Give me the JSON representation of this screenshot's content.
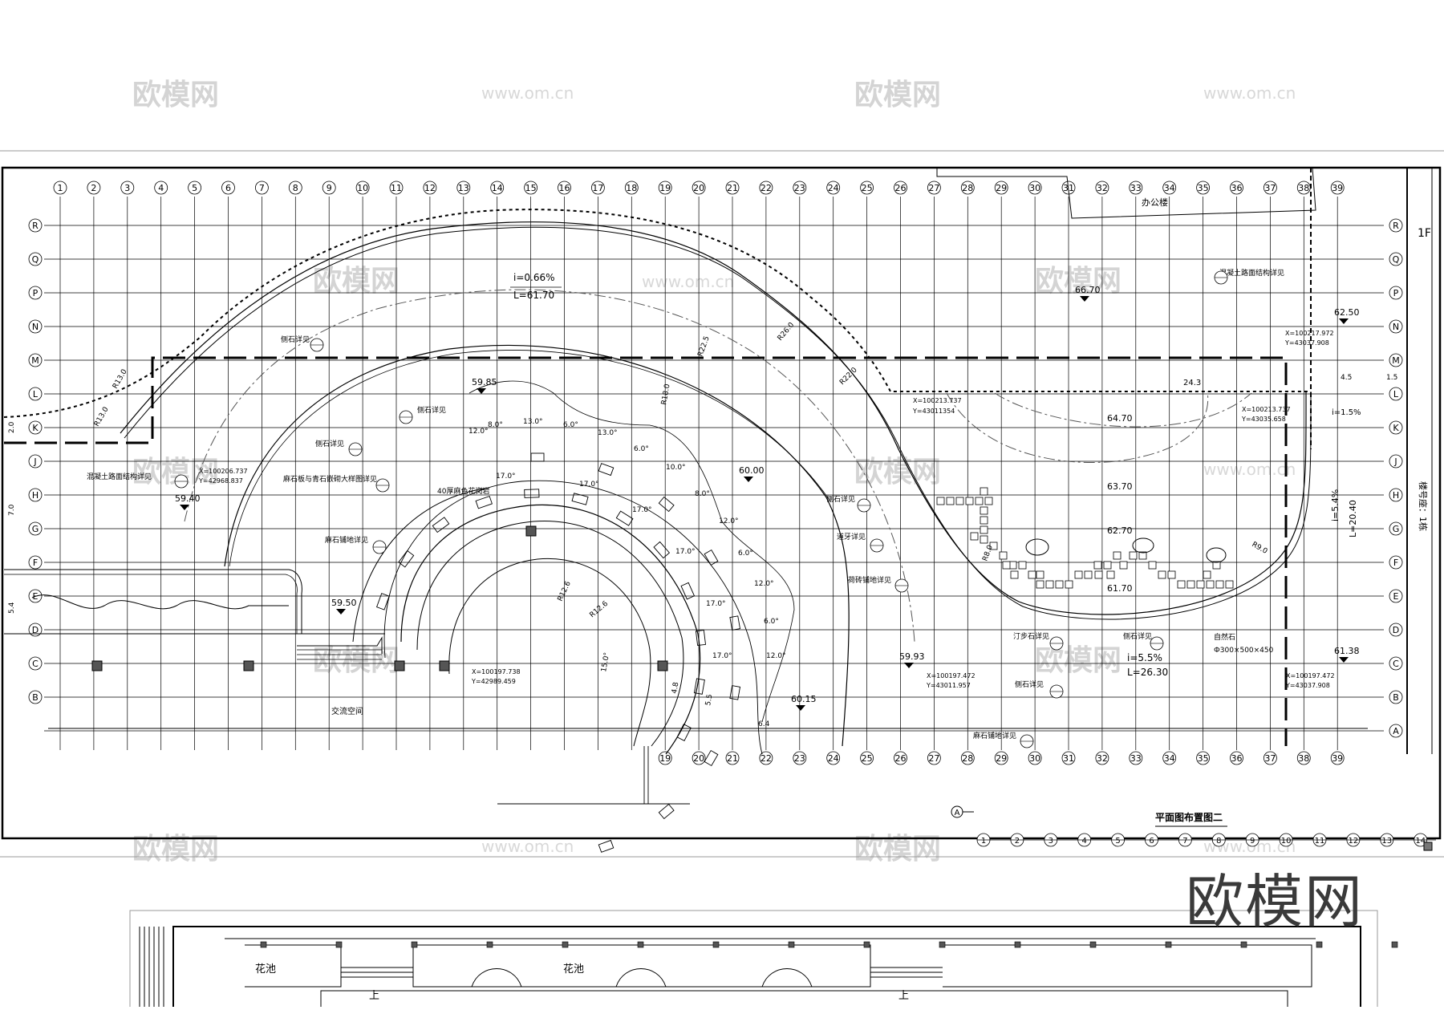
{
  "watermark": {
    "text": "欧模网",
    "url": "www.om.cn"
  },
  "logo": "欧模网",
  "grid": {
    "columns": [
      "1",
      "2",
      "3",
      "4",
      "5",
      "6",
      "7",
      "8",
      "9",
      "10",
      "11",
      "12",
      "13",
      "14",
      "15",
      "16",
      "17",
      "18",
      "19",
      "20",
      "21",
      "22",
      "23",
      "24",
      "25",
      "26",
      "27",
      "28",
      "29",
      "30",
      "31",
      "32",
      "33",
      "34",
      "35",
      "36",
      "37",
      "38",
      "39"
    ],
    "bottom_columns": [
      "19",
      "20",
      "21",
      "22",
      "23",
      "24",
      "25",
      "26",
      "27",
      "28",
      "29",
      "30",
      "31",
      "32",
      "33",
      "34",
      "35",
      "36",
      "37",
      "38",
      "39"
    ],
    "rows": [
      "R",
      "Q",
      "P",
      "N",
      "M",
      "L",
      "K",
      "J",
      "H",
      "G",
      "F",
      "E",
      "D",
      "C",
      "B"
    ],
    "right_rows": [
      "R",
      "Q",
      "P",
      "N",
      "M",
      "L",
      "K",
      "J",
      "H",
      "G",
      "F",
      "E",
      "D",
      "C",
      "B",
      "A"
    ]
  },
  "drawing": {
    "title": "平面图布置图二",
    "building_label": "办公楼",
    "floor_label": "1F",
    "side_label": "楼号座：1栋",
    "exchange_space": "交流空间",
    "flower_pool": "花池",
    "stairs_up": "上",
    "index_a": "A",
    "bottom_index": [
      "1",
      "2",
      "3",
      "4",
      "5",
      "6",
      "7",
      "8",
      "9",
      "10",
      "11",
      "12",
      "13",
      "14"
    ]
  },
  "elevations": [
    "66.70",
    "62.50",
    "59.85",
    "60.00",
    "59.40",
    "59.50",
    "59.93",
    "60.15",
    "61.38",
    "64.70",
    "63.70",
    "62.70",
    "61.70"
  ],
  "slopes": [
    {
      "i": "i=0.66%",
      "L": "L=61.70"
    },
    {
      "i": "i=5.5%",
      "L": "L=26.30"
    },
    {
      "i": "i=1.5%"
    },
    {
      "i": "i=5.4%",
      "L": "L=20.40"
    }
  ],
  "callouts": {
    "c1": "混凝土路面结构详见",
    "c2": "侧石详见",
    "c3": "侧石详见",
    "c4": "混凝土路面结构详见",
    "c5": "侧石详见",
    "c6": "麻石板与青石嵌砌大样图详见",
    "c7": "麻石铺地详见",
    "c8": "40厚麻色花岗岩",
    "c9": "侧石详见",
    "c10": "道牙详见",
    "c11": "荷砖铺地详见",
    "c12": "汀步石详见",
    "c13": "侧石详见",
    "c14": "自然石",
    "c14b": "Ф300×500×450",
    "c15": "侧石详见",
    "c16": "麻石铺地详见"
  },
  "coordinates": [
    {
      "x": "X=100213.737",
      "y": "Y=43011354"
    },
    {
      "x": "X=100217.972",
      "y": "Y=43037.908"
    },
    {
      "x": "X=100213.737",
      "y": "Y=43035.658"
    },
    {
      "x": "X=100206.737",
      "y": "Y=42968.837"
    },
    {
      "x": "X=100197.738",
      "y": "Y=42989.459"
    },
    {
      "x": "X=100197.472",
      "y": "Y=43011.957"
    },
    {
      "x": "X=100197.472",
      "y": "Y=43037.908"
    }
  ],
  "dimensions": {
    "d1": "24.3",
    "d2": "4.5",
    "d3": "1.5",
    "d4": "2.0",
    "d5": "7.0",
    "d6": "5.4",
    "r1": "R13.0",
    "r2": "R13.0",
    "r3": "R22.5",
    "r4": "R26.0",
    "r5": "R18.0",
    "r6": "R22.0",
    "r7": "R12.6",
    "r8": "R12.6",
    "r9": "R9.0",
    "r10": "R8.0",
    "a1": "13.0°",
    "a2": "13.0°",
    "a3": "12.0°",
    "a4": "8.0°",
    "a5": "6.0°",
    "a6": "6.0°",
    "a7": "10.0°",
    "a8": "8.0°",
    "a9": "12.0°",
    "a10": "17.0°",
    "a11": "17.0°",
    "a12": "17.0°",
    "a13": "17.0°",
    "a14": "6.0°",
    "a15": "12.0°",
    "a16": "17.0°",
    "a17": "6.0°",
    "a18": "12.0°",
    "a19": "17.0°",
    "a20": "15.0°",
    "a21": "5.5",
    "a22": "6.4",
    "a23": "4.8"
  }
}
